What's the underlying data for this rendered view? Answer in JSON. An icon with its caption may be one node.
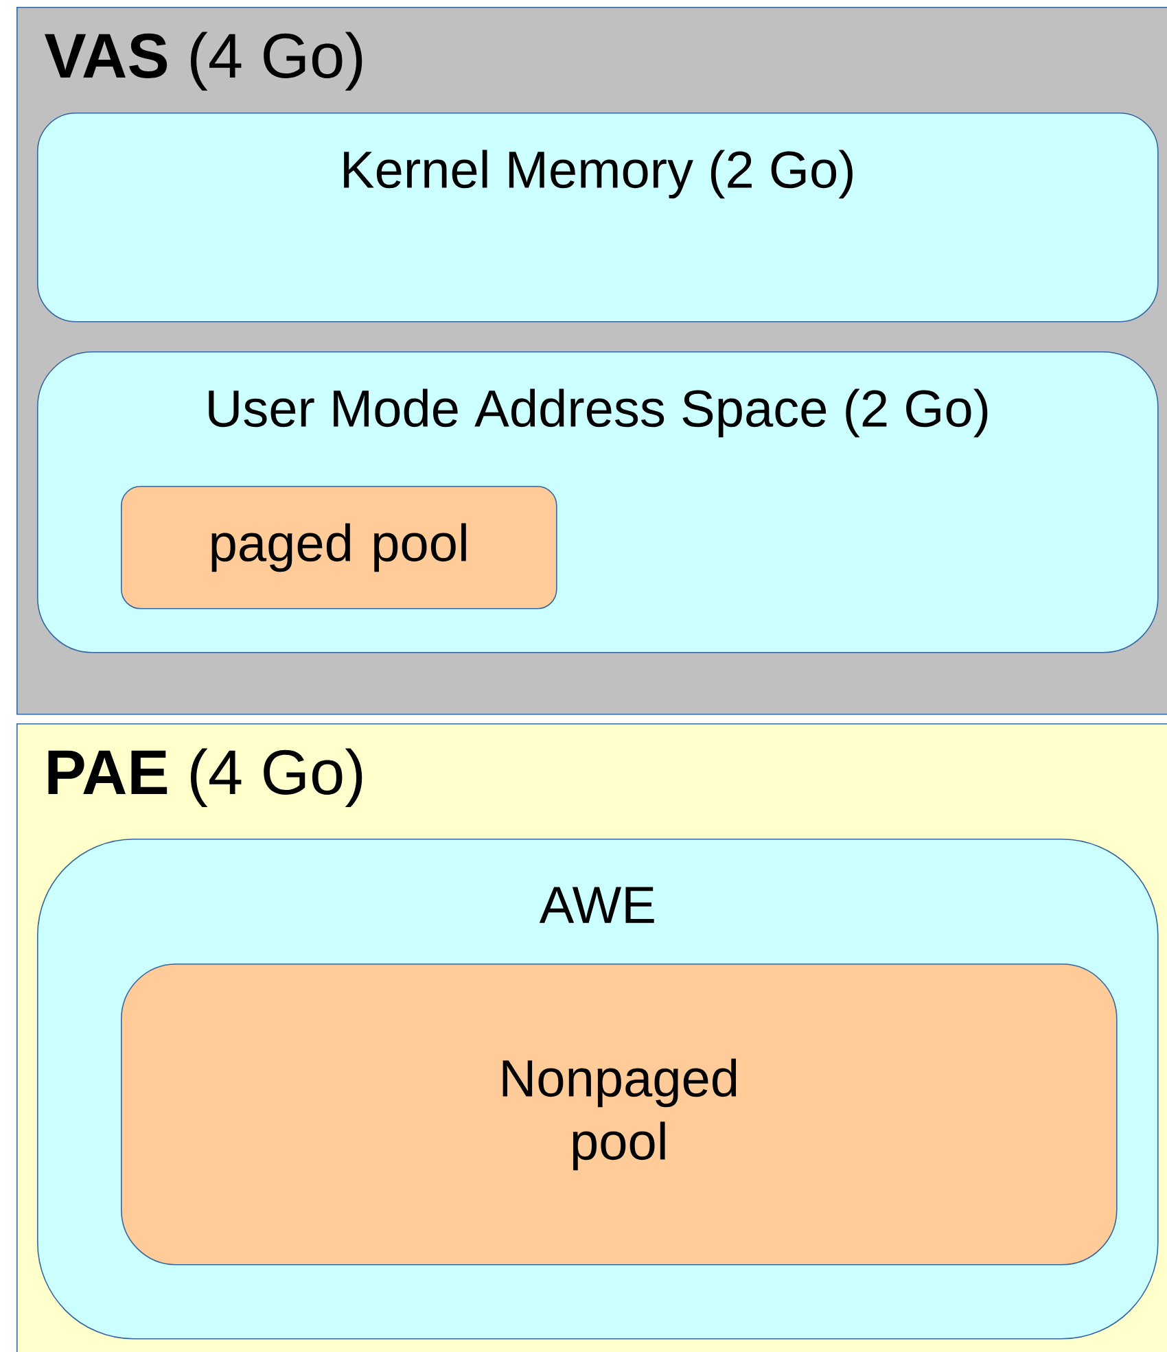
{
  "diagram": {
    "nodes": [
      {
        "text": [
          "**VAS** (4 Go)"
        ]
      },
      {
        "text": [
          "Kernel Memory (2 Go)"
        ],
        "in": 0
      },
      {
        "text": [
          "User Mode Address Space (2 Go)"
        ],
        "in": 0
      },
      {
        "text": [
          "paged pool"
        ],
        "in": 2
      },
      {
        "text": [
          "**PAE** (4 Go)"
        ]
      },
      {
        "text": [
          "AWE"
        ],
        "in": 4
      },
      {
        "text": [
          "Nonpaged pool"
        ],
        "in": 5
      }
    ]
  }
}
